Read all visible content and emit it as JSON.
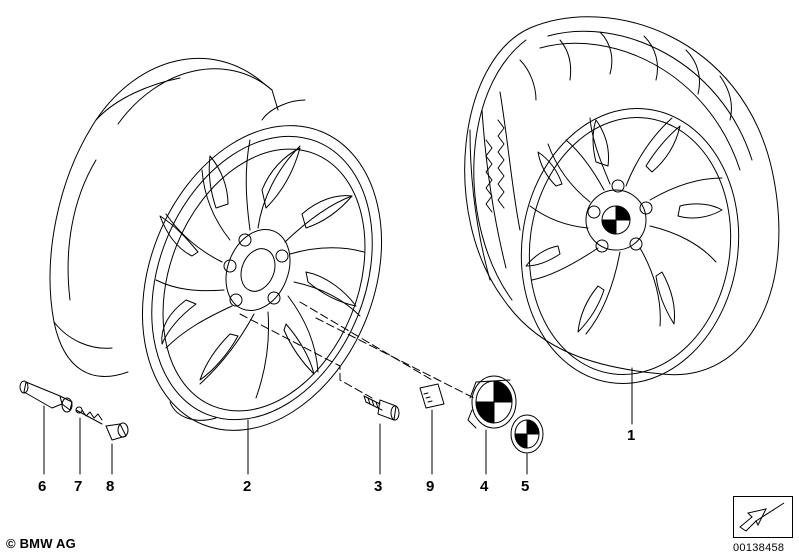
{
  "diagram": {
    "copyright": "© BMW AG",
    "reference_number": "00138458",
    "callouts": [
      {
        "id": "1",
        "text": "1"
      },
      {
        "id": "2",
        "text": "2"
      },
      {
        "id": "3",
        "text": "3"
      },
      {
        "id": "4",
        "text": "4"
      },
      {
        "id": "5",
        "text": "5"
      },
      {
        "id": "6",
        "text": "6"
      },
      {
        "id": "7",
        "text": "7"
      },
      {
        "id": "8",
        "text": "8"
      },
      {
        "id": "9",
        "text": "9"
      }
    ]
  }
}
